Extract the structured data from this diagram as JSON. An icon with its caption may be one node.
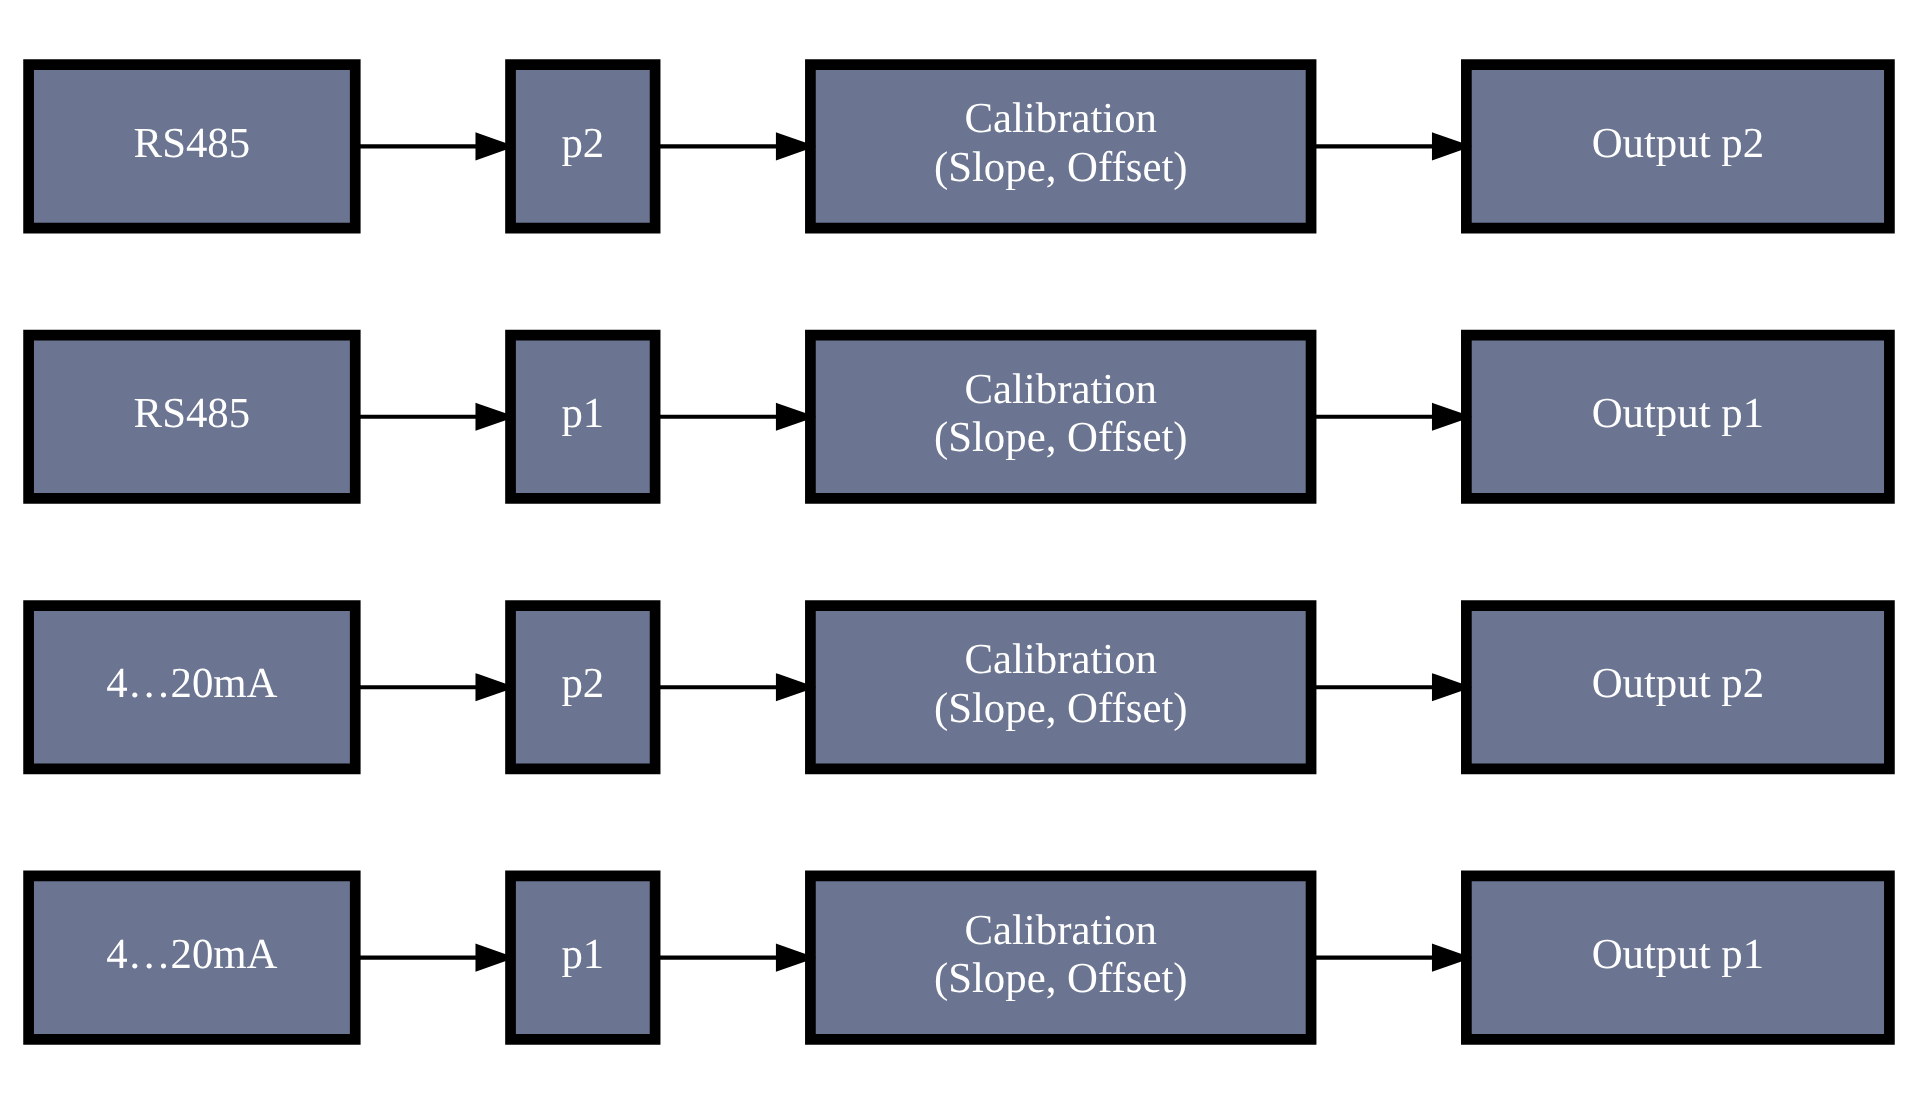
{
  "diagram": {
    "nodes": [
      {
        "text": [
          "4…20mA"
        ]
      },
      {
        "text": [
          "p1"
        ]
      },
      {
        "text": [
          "Calibration (Slope, Offset)"
        ]
      },
      {
        "text": [
          "Output p1"
        ]
      },
      {
        "text": [
          "4…20mA"
        ]
      },
      {
        "text": [
          "p2"
        ]
      },
      {
        "text": [
          "Calibration (Slope, Offset)"
        ]
      },
      {
        "text": [
          "Output p2"
        ]
      },
      {
        "text": [
          "RS485"
        ]
      },
      {
        "text": [
          "p1"
        ]
      },
      {
        "text": [
          "Calibration (Slope, Offset)"
        ]
      },
      {
        "text": [
          "Output p1"
        ]
      },
      {
        "text": [
          "RS485"
        ]
      },
      {
        "text": [
          "p2"
        ]
      },
      {
        "text": [
          "Calibration (Slope, Offset)"
        ]
      },
      {
        "text": [
          "Output p2"
        ]
      }
    ],
    "edges": [
      {
        "from": 0,
        "to": 1,
        "arrow": "to"
      },
      {
        "from": 1,
        "to": 2,
        "arrow": "to"
      },
      {
        "from": 2,
        "to": 3,
        "arrow": "to"
      },
      {
        "from": 4,
        "to": 5,
        "arrow": "to"
      },
      {
        "from": 5,
        "to": 6,
        "arrow": "to"
      },
      {
        "from": 6,
        "to": 7,
        "arrow": "to"
      },
      {
        "from": 8,
        "to": 9,
        "arrow": "to"
      },
      {
        "from": 9,
        "to": 10,
        "arrow": "to"
      },
      {
        "from": 10,
        "to": 11,
        "arrow": "to"
      },
      {
        "from": 12,
        "to": 13,
        "arrow": "to"
      },
      {
        "from": 13,
        "to": 14,
        "arrow": "to"
      },
      {
        "from": 14,
        "to": 15,
        "arrow": "to"
      }
    ]
  }
}
